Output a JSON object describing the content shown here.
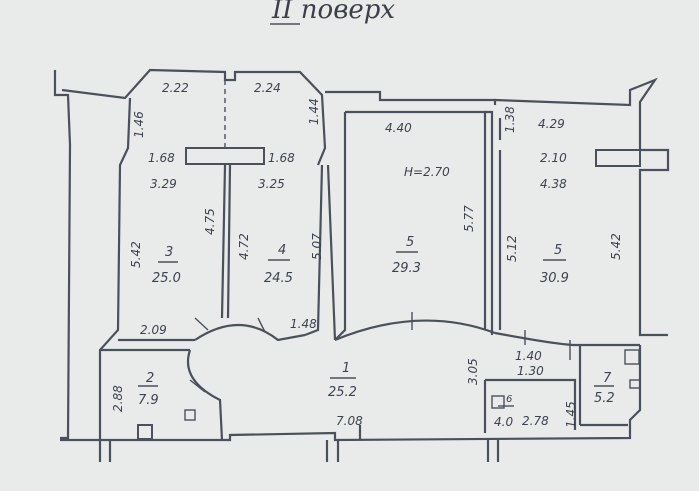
{
  "title": "II поверх",
  "rooms": [
    {
      "id": "room-3",
      "number": "3",
      "area": "25.0"
    },
    {
      "id": "room-4",
      "number": "4",
      "area": "24.5"
    },
    {
      "id": "room-5a",
      "number": "5",
      "area": "29.3"
    },
    {
      "id": "room-5b",
      "number": "5",
      "area": "30.9"
    },
    {
      "id": "room-1",
      "number": "1",
      "area": "25.2"
    },
    {
      "id": "room-2",
      "number": "2",
      "area": "7.9"
    },
    {
      "id": "room-6",
      "number": "6",
      "area": "4.0"
    },
    {
      "id": "room-7",
      "number": "7",
      "area": "5.2"
    }
  ],
  "dimensions": {
    "d_222": "2.22",
    "d_224": "2.24",
    "d_146": "1.46",
    "d_144": "1.44",
    "d_168a": "1.68",
    "d_168b": "1.68",
    "d_329": "3.29",
    "d_325": "3.25",
    "d_542a": "5.42",
    "d_475": "4.75",
    "d_472": "4.72",
    "d_507": "5.07",
    "d_209": "2.09",
    "d_148": "1.48",
    "d_440": "4.40",
    "d_h270": "H=2.70",
    "d_577": "5.77",
    "d_138": "1.38",
    "d_429": "4.29",
    "d_210": "2.10",
    "d_438": "4.38",
    "d_512": "5.12",
    "d_542b": "5.42",
    "d_305": "3.05",
    "d_140": "1.40",
    "d_130": "1.30",
    "d_145": "1.45",
    "d_278": "2.78",
    "d_708": "7.08",
    "d_288": "2.88"
  }
}
